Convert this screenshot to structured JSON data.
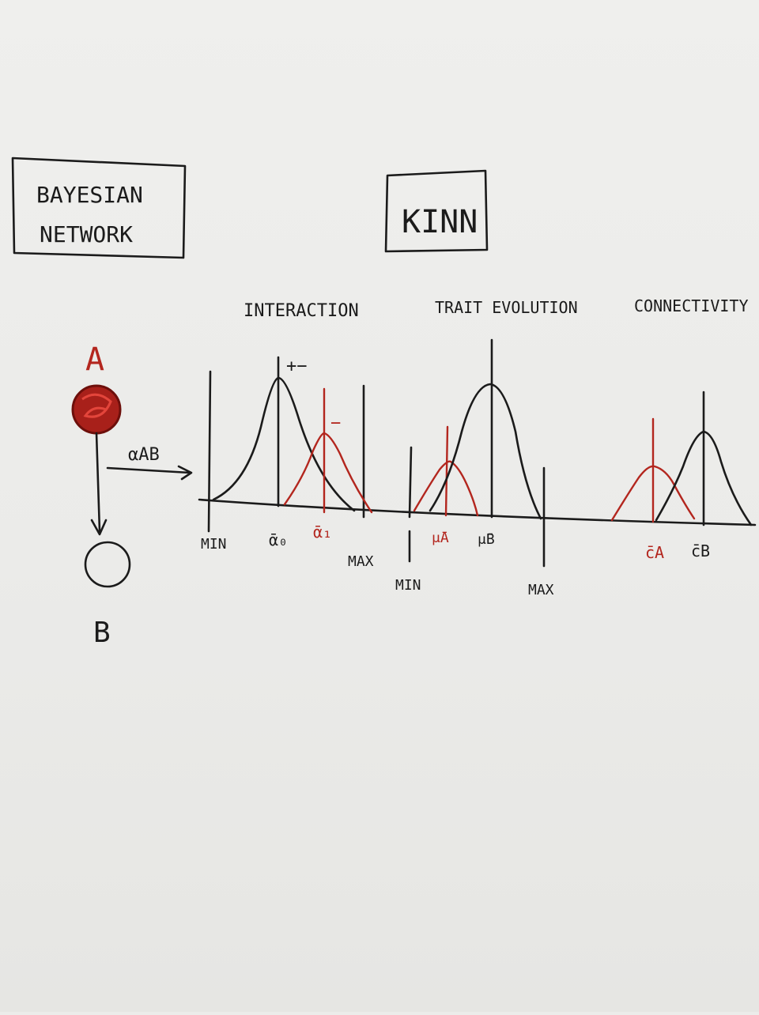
{
  "bayesian_network": {
    "title_line1": "BAYESIAN",
    "title_line2": "NETWORK",
    "node_a_label": "A",
    "node_b_label": "B",
    "edge_label": "αAB"
  },
  "kinn": {
    "title": "KINN"
  },
  "interaction": {
    "title": "INTERACTION",
    "axis_min": "MIN",
    "axis_max": "MAX",
    "mean0_label": "ᾱ₀",
    "mean1_label": "ᾱ₁",
    "sign_minus_top": "+−",
    "sign_minus_mid": "−"
  },
  "trait_evolution": {
    "title": "TRAIT EVOLUTION",
    "axis_min": "MIN",
    "axis_max": "MAX",
    "mean_a_label": "μ̄A",
    "mean_b_label": "μ̄B"
  },
  "connectivity": {
    "title": "CONNECTIVITY",
    "mean_a_label": "c̄A",
    "mean_b_label": "c̄B"
  },
  "colors": {
    "ink": "#1b1b1b",
    "red": "#b3261e",
    "paper": "#ecece9"
  }
}
